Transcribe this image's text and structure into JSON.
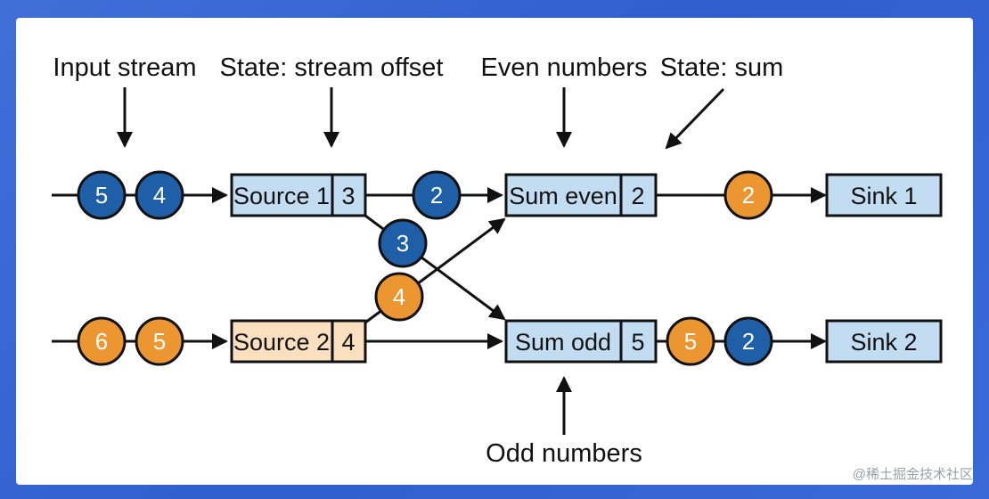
{
  "labels": {
    "input_stream": "Input stream",
    "state_offset": "State: stream offset",
    "even_numbers": "Even numbers",
    "state_sum": "State: sum",
    "odd_numbers": "Odd numbers"
  },
  "boxes": {
    "source1": {
      "name": "Source 1",
      "state": "3"
    },
    "source2": {
      "name": "Source 2",
      "state": "4"
    },
    "sum_even": {
      "name": "Sum even",
      "state": "2"
    },
    "sum_odd": {
      "name": "Sum odd",
      "state": "5"
    },
    "sink1": {
      "name": "Sink 1"
    },
    "sink2": {
      "name": "Sink 2"
    }
  },
  "events": {
    "in1_a": "5",
    "in1_b": "4",
    "in2_a": "6",
    "in2_b": "5",
    "s1_to_even": "2",
    "s1_to_odd": "3",
    "s2_to_even": "4",
    "even_out": "2",
    "odd_out_a": "5",
    "odd_out_b": "2"
  },
  "watermark": "@稀土掘金技术社区",
  "colors": {
    "blue_event": "#1f5fa8",
    "orange_event": "#ec9632",
    "box_blue": "#c2dcf2",
    "box_orange": "#fbe0bf",
    "stroke": "#111111"
  }
}
